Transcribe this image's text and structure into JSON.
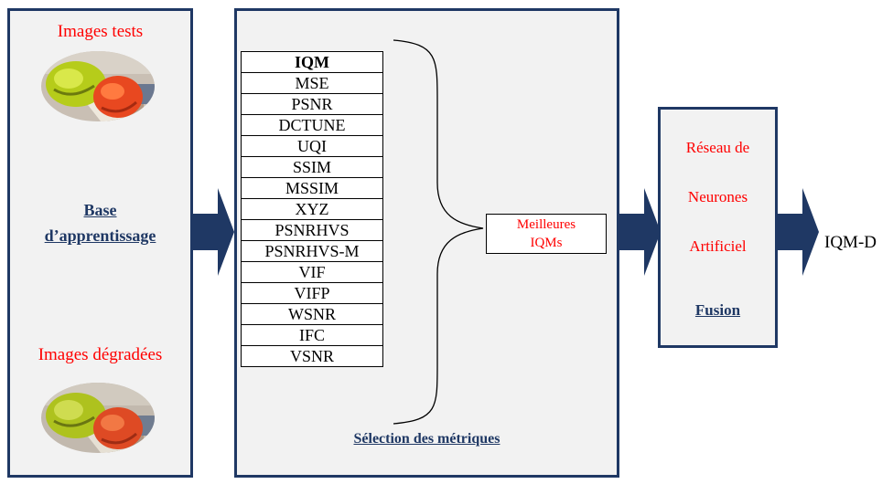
{
  "panels": {
    "base": {
      "images_tests": "Images tests",
      "title_line1": "Base",
      "title_line2": "d’apprentissage",
      "images_degradees": "Images dégradées"
    },
    "selection": {
      "metrics": [
        "IQM",
        "MSE",
        "PSNR",
        "DCTUNE",
        "UQI",
        "SSIM",
        "MSSIM",
        "XYZ",
        "PSNRHVS",
        "PSNRHVS-M",
        "VIF",
        "VIFP",
        "WSNR",
        "IFC",
        "VSNR"
      ],
      "best_line1": "Meilleures",
      "best_line2": "IQMs",
      "title": "Sélection des métriques"
    },
    "fusion": {
      "line1": "Réseau de",
      "line2": "Neurones",
      "line3": "Artificiel",
      "title": "Fusion"
    }
  },
  "output_label": "IQM-D",
  "colors": {
    "panel_border": "#1f3864",
    "panel_fill": "#f2f2f2",
    "accent_red": "#ff0000",
    "arrow": "#1f3864"
  }
}
